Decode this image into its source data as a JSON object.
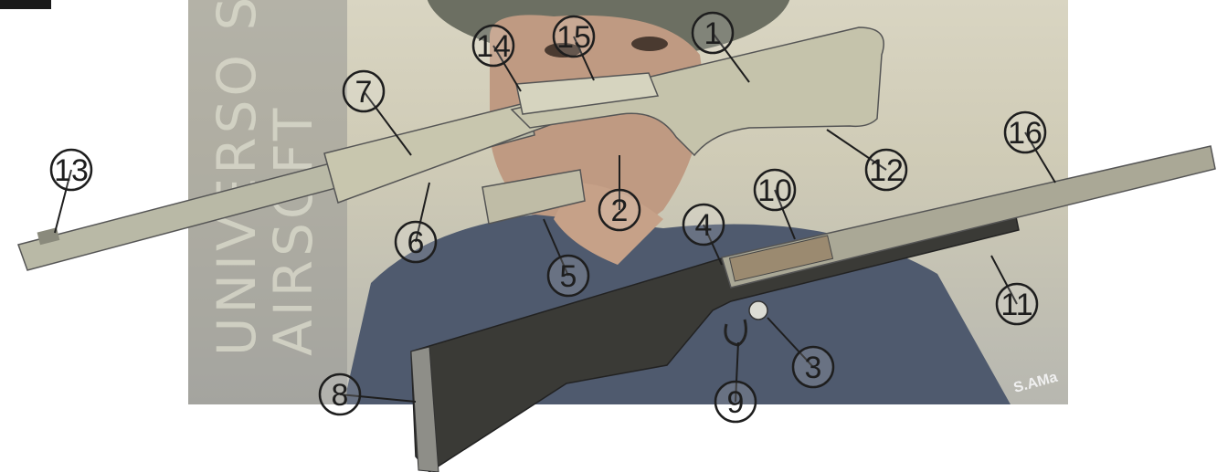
{
  "header": {
    "corner_text": ""
  },
  "watermark": {
    "line1": "UNIVERSO SN",
    "line2": "AIRSOFT"
  },
  "callouts": [
    {
      "number": "1"
    },
    {
      "number": "2"
    },
    {
      "number": "3"
    },
    {
      "number": "4"
    },
    {
      "number": "5"
    },
    {
      "number": "6"
    },
    {
      "number": "7"
    },
    {
      "number": "8"
    },
    {
      "number": "9"
    },
    {
      "number": "10"
    },
    {
      "number": "11"
    },
    {
      "number": "12"
    },
    {
      "number": "13"
    },
    {
      "number": "14"
    },
    {
      "number": "15"
    },
    {
      "number": "16"
    }
  ],
  "photo_text": "S.AMa",
  "colors": {
    "stock": "#3a3a36",
    "barrel": "#c8c6ae",
    "callout_stroke": "#1e1e1e"
  }
}
